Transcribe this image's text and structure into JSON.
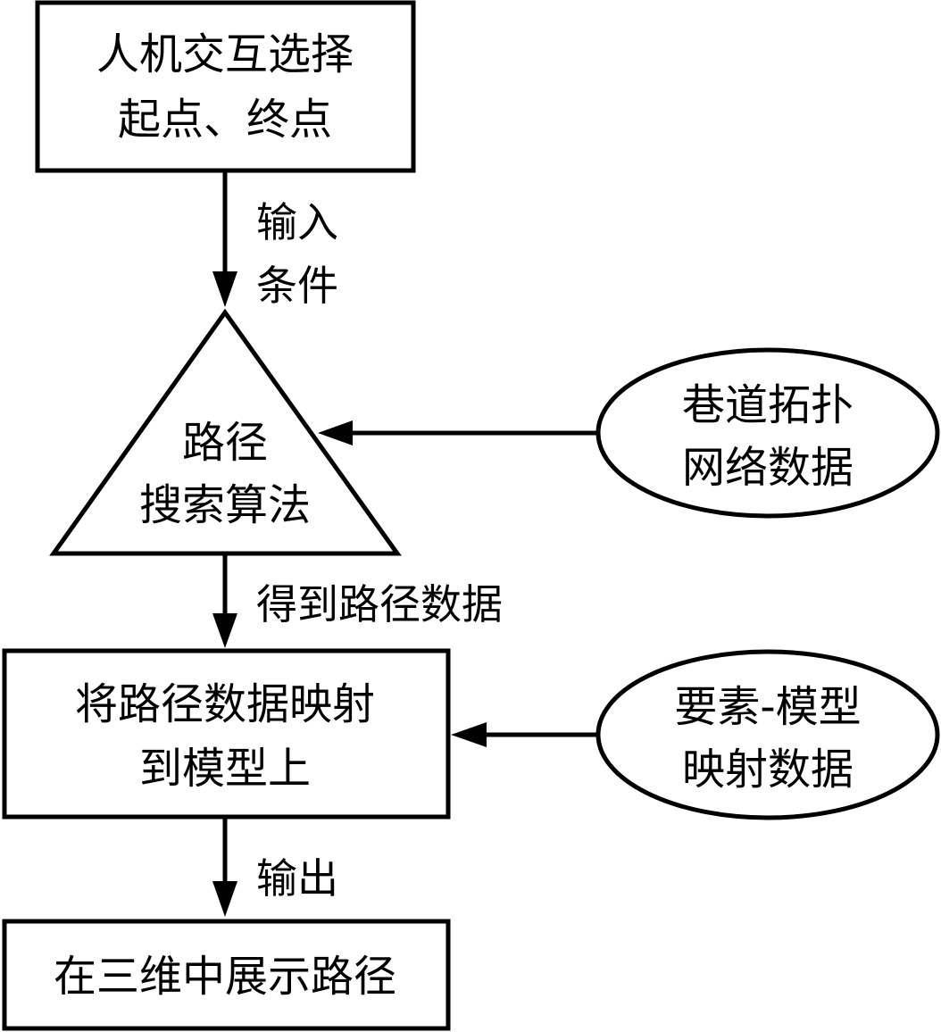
{
  "nodes": {
    "select_points": {
      "line1": "人机交互选择",
      "line2": "起点、终点"
    },
    "search_algorithm": {
      "line1": "路径",
      "line2": "搜索算法"
    },
    "topology_data": {
      "line1": "巷道拓扑",
      "line2": "网络数据"
    },
    "map_to_model": {
      "line1": "将路径数据映射",
      "line2": "到模型上"
    },
    "mapping_data": {
      "line1": "要素-模型",
      "line2": "映射数据"
    },
    "display_3d": {
      "line1": "在三维中展示路径"
    }
  },
  "edges": {
    "input_conditions": {
      "line1": "输入",
      "line2": "条件"
    },
    "get_path_data": {
      "line1": "得到路径数据"
    },
    "output": {
      "line1": "输出"
    }
  }
}
